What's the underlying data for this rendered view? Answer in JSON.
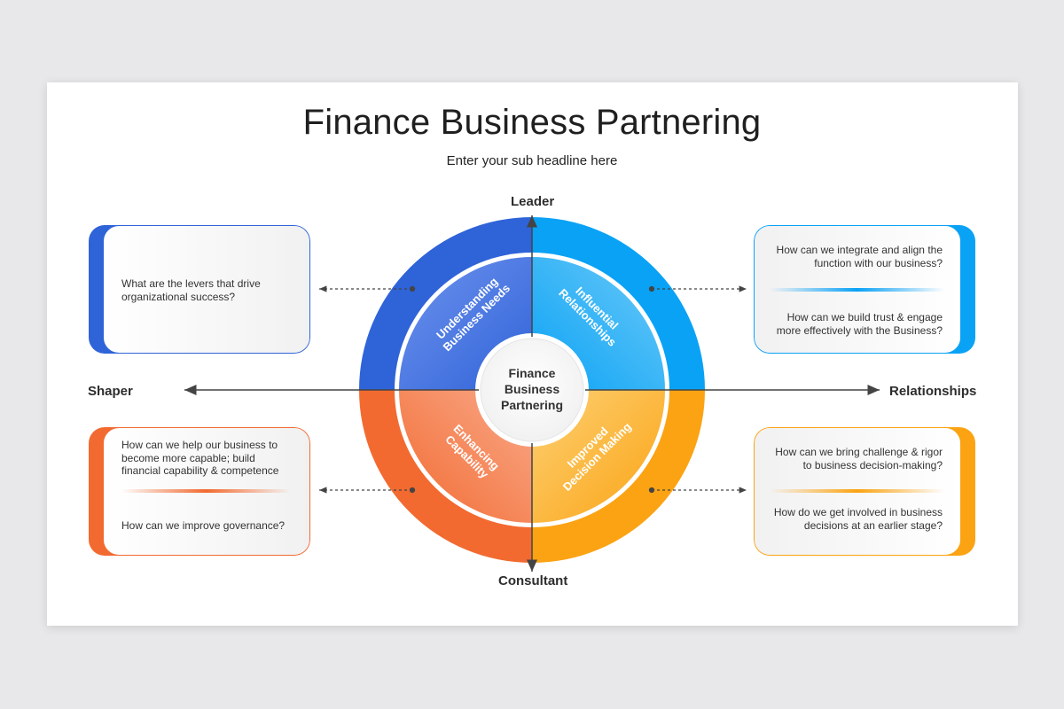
{
  "title": "Finance Business Partnering",
  "subtitle": "Enter your sub headline here",
  "axes": {
    "top": "Leader",
    "bottom": "Consultant",
    "left": "Shaper",
    "right": "Relationships"
  },
  "center": {
    "line1": "Finance",
    "line2": "Business",
    "line3": "Partnering"
  },
  "segments": {
    "top_left": {
      "line1": "Understanding",
      "line2": "Business Needs",
      "color": "#2f63d8"
    },
    "top_right": {
      "line1": "Influential",
      "line2": "Relationships",
      "color": "#0aa2f5"
    },
    "bottom_left": {
      "line1": "Enhancing",
      "line2": "Capability",
      "color": "#f26a30"
    },
    "bottom_right": {
      "line1": "Improved",
      "line2": "Decision Making",
      "color": "#fba313"
    }
  },
  "cards": {
    "top_left": {
      "color": "#2f63d8",
      "q1": "What are the levers that drive organizational success?"
    },
    "top_right": {
      "color": "#0aa2f5",
      "q1": "How can we integrate and align the function with our business?",
      "q2": "How can we build trust & engage more effectively  with the Business?"
    },
    "bottom_left": {
      "color": "#f26a30",
      "q1": "How can we help our business to become more capable; build financial capability & competence",
      "q2": "How can we improve governance?"
    },
    "bottom_right": {
      "color": "#fba313",
      "q1": "How can we bring challenge & rigor to business decision-making?",
      "q2": "How do we get involved in business decisions at an earlier stage?"
    }
  }
}
